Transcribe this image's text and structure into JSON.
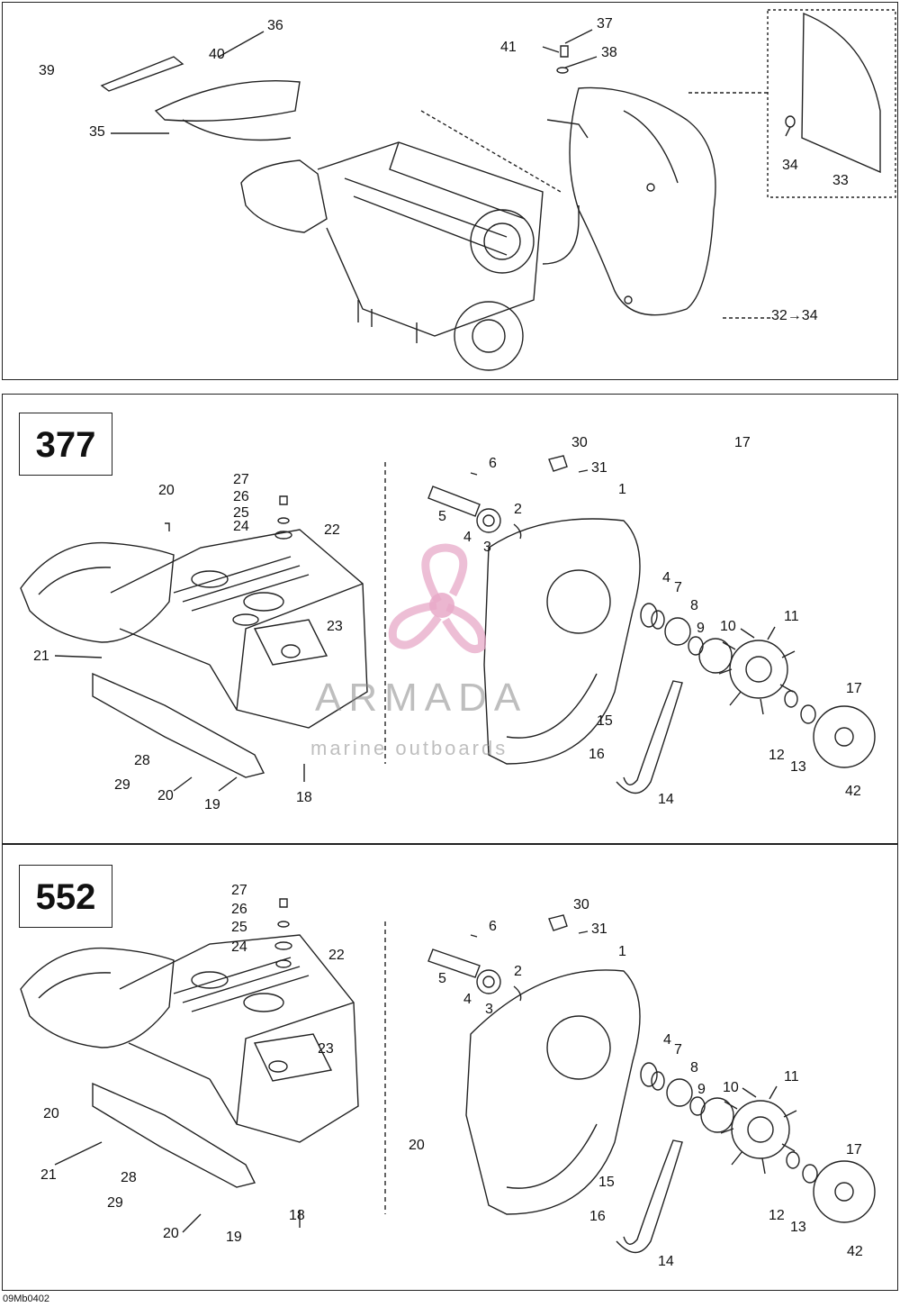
{
  "sections": [
    {
      "callouts": [
        {
          "label": "36"
        },
        {
          "label": "40"
        },
        {
          "label": "39"
        },
        {
          "label": "35"
        },
        {
          "label": "37"
        },
        {
          "label": "41"
        },
        {
          "label": "38"
        },
        {
          "label": "34"
        },
        {
          "label": "33"
        },
        {
          "label": "32→34"
        }
      ]
    },
    {
      "model": "377",
      "callouts": [
        {
          "label": "20"
        },
        {
          "label": "27"
        },
        {
          "label": "26"
        },
        {
          "label": "25"
        },
        {
          "label": "24"
        },
        {
          "label": "22"
        },
        {
          "label": "23"
        },
        {
          "label": "21"
        },
        {
          "label": "28"
        },
        {
          "label": "29"
        },
        {
          "label": "20"
        },
        {
          "label": "19"
        },
        {
          "label": "18"
        },
        {
          "label": "6"
        },
        {
          "label": "30"
        },
        {
          "label": "31"
        },
        {
          "label": "17"
        },
        {
          "label": "1"
        },
        {
          "label": "5"
        },
        {
          "label": "2"
        },
        {
          "label": "4"
        },
        {
          "label": "3"
        },
        {
          "label": "4"
        },
        {
          "label": "7"
        },
        {
          "label": "8"
        },
        {
          "label": "9"
        },
        {
          "label": "10"
        },
        {
          "label": "11"
        },
        {
          "label": "17"
        },
        {
          "label": "15"
        },
        {
          "label": "16"
        },
        {
          "label": "12"
        },
        {
          "label": "13"
        },
        {
          "label": "42"
        },
        {
          "label": "14"
        }
      ]
    },
    {
      "model": "552",
      "callouts": [
        {
          "label": "27"
        },
        {
          "label": "26"
        },
        {
          "label": "25"
        },
        {
          "label": "24"
        },
        {
          "label": "22"
        },
        {
          "label": "23"
        },
        {
          "label": "20"
        },
        {
          "label": "20"
        },
        {
          "label": "21"
        },
        {
          "label": "28"
        },
        {
          "label": "29"
        },
        {
          "label": "20"
        },
        {
          "label": "19"
        },
        {
          "label": "18"
        },
        {
          "label": "6"
        },
        {
          "label": "30"
        },
        {
          "label": "31"
        },
        {
          "label": "1"
        },
        {
          "label": "5"
        },
        {
          "label": "2"
        },
        {
          "label": "4"
        },
        {
          "label": "3"
        },
        {
          "label": "4"
        },
        {
          "label": "7"
        },
        {
          "label": "8"
        },
        {
          "label": "9"
        },
        {
          "label": "10"
        },
        {
          "label": "11"
        },
        {
          "label": "17"
        },
        {
          "label": "15"
        },
        {
          "label": "16"
        },
        {
          "label": "12"
        },
        {
          "label": "13"
        },
        {
          "label": "42"
        },
        {
          "label": "14"
        }
      ]
    }
  ],
  "footer": "09Mb0402",
  "watermark": {
    "title": "ARMADA",
    "subtitle": "marine outboards",
    "color": "#e7a9c8"
  }
}
